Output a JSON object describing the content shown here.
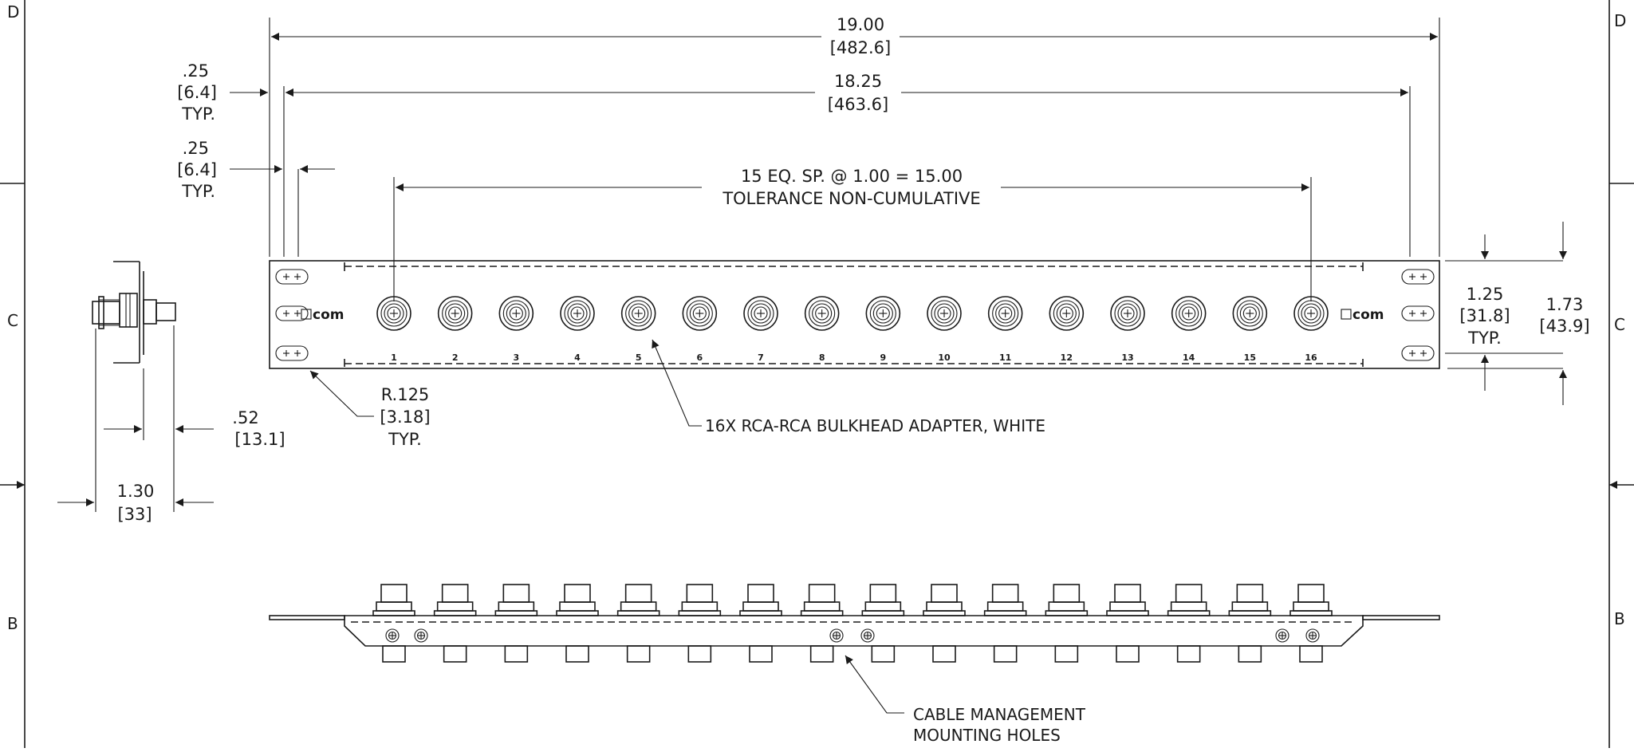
{
  "zones": {
    "d_left": "D",
    "c_left": "C",
    "b_left": "B",
    "d_right": "D",
    "c_right": "C",
    "b_right": "B"
  },
  "dims": {
    "overall": {
      "in": "19.00",
      "mm": "[482.6]"
    },
    "hole_span": {
      "in": "18.25",
      "mm": "[463.6]"
    },
    "edge_top": {
      "in": ".25",
      "mm": "[6.4]",
      "typ": "TYP."
    },
    "edge_mid": {
      "in": ".25",
      "mm": "[6.4]",
      "typ": "TYP."
    },
    "spacing": {
      "line1": "15 EQ. SP. @ 1.00 = 15.00",
      "line2": "TOLERANCE NON-CUMULATIVE"
    },
    "hole_pitch": {
      "in": "1.25",
      "mm": "[31.8]",
      "typ": "TYP."
    },
    "height": {
      "in": "1.73",
      "mm": "[43.9]"
    },
    "radius": {
      "in": "R.125",
      "mm": "[3.18]",
      "typ": "TYP."
    },
    "side_thick": {
      "in": ".52",
      "mm": "[13.1]"
    },
    "side_depth": {
      "in": "1.30",
      "mm": "[33]"
    }
  },
  "callouts": {
    "adapter": "16X RCA-RCA BULKHEAD ADAPTER, WHITE",
    "cable_line1": "CABLE MANAGEMENT",
    "cable_line2": "MOUNTING HOLES"
  },
  "logo_text": "com",
  "port_numbers": [
    "1",
    "2",
    "3",
    "4",
    "5",
    "6",
    "7",
    "8",
    "9",
    "10",
    "11",
    "12",
    "13",
    "14",
    "15",
    "16"
  ]
}
